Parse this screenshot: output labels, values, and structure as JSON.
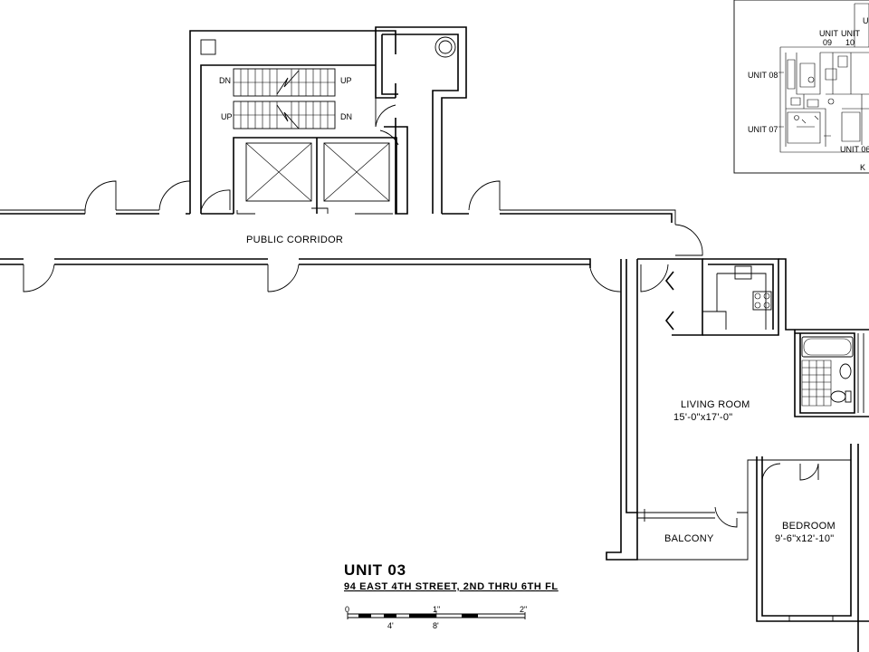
{
  "labels": {
    "public_corridor": "PUBLIC CORRIDOR",
    "stair_dn_1": "DN",
    "stair_up_1": "UP",
    "stair_up_2": "UP",
    "stair_dn_2": "DN",
    "living_room": "LIVING ROOM",
    "living_room_dim": "15'-0\"x17'-0\"",
    "bedroom": "BEDROOM",
    "bedroom_dim": "9'-6\"x12'-10\"",
    "balcony": "BALCONY"
  },
  "title_block": {
    "unit": "UNIT 03",
    "address": "94 EAST 4TH STREET, 2ND THRU 6TH FL"
  },
  "scale_bar": {
    "label_0": "0",
    "label_1in": "1\"",
    "label_2in": "2\"",
    "label_4ft": "4'",
    "label_8ft": "8'"
  },
  "key_plan": {
    "unit_09": "UNIT\n09",
    "unit_09_a": "UNIT",
    "unit_09_b": "09",
    "unit_10_a": "UNIT",
    "unit_10_b": "10",
    "unit_08": "UNIT 08",
    "unit_07": "UNIT 07",
    "unit_06": "UNIT 06",
    "key_letter": "K",
    "unit_top": "U"
  }
}
